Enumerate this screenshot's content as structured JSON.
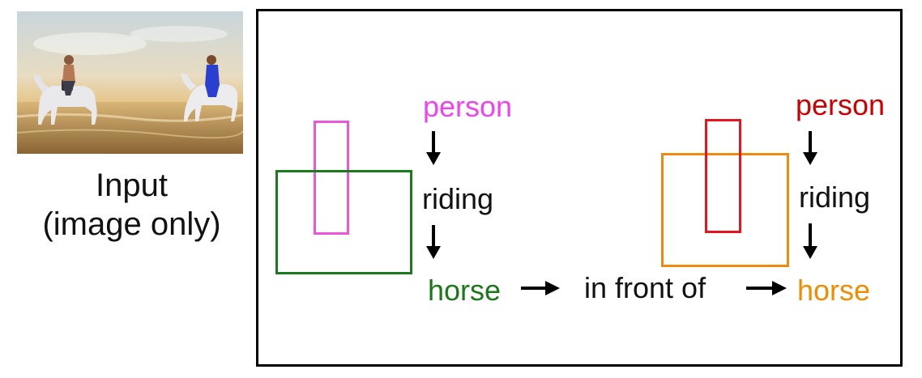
{
  "input": {
    "caption_line1": "Input",
    "caption_line2": "(image only)"
  },
  "graph": {
    "left": {
      "subject": "person",
      "relation": "riding",
      "object": "horse"
    },
    "connector": "in front of",
    "right": {
      "subject": "person",
      "relation": "riding",
      "object": "horse"
    }
  },
  "colors": {
    "person_left": "#ee44ee",
    "horse_left": "#1a7a1a",
    "person_right": "#cc0000",
    "horse_right": "#f08c00",
    "box_person_left": "#ee55dd",
    "box_horse_left": "#1b7a1b",
    "box_person_right": "#e8141e",
    "box_horse_right": "#ef8a10"
  }
}
